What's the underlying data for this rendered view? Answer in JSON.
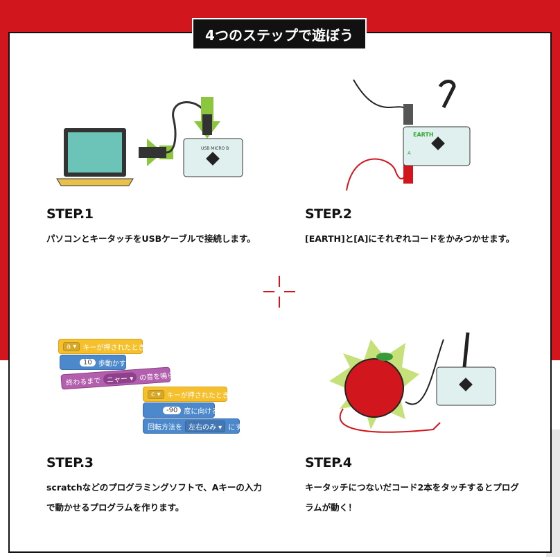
{
  "header": {
    "title": "4つのステップで遊ぼう"
  },
  "steps": [
    {
      "title": "STEP.1",
      "text": "パソコンとキータッチをUSBケーブルで接続します。",
      "board_label": "USB MICRO B"
    },
    {
      "title": "STEP.2",
      "text": "[EARTH]と[A]にそれぞれコードをかみつかせます。",
      "board_label": "EARTH",
      "pin_label": "A"
    },
    {
      "title": "STEP.3",
      "text": "scratchなどのプログラミングソフトで、Aキーの入力で動かせるプログラムを作ります。"
    },
    {
      "title": "STEP.4",
      "text": "キータッチにつないだコード2本をタッチするとプログラムが動く！"
    }
  ],
  "scratch": {
    "b1": {
      "key": "a ▾",
      "label": "キーが押されたとき"
    },
    "b2": {
      "value": "10",
      "label": "歩動かす"
    },
    "b3": {
      "prefix": "終わるまで",
      "sound": "ニャー ▾",
      "label": "の音を鳴らす"
    },
    "b4": {
      "key": "c ▾",
      "label": "キーが押されたとき"
    },
    "b5": {
      "value": "-90",
      "label": "度に向ける"
    },
    "b6": {
      "prefix": "回転方法を",
      "option": "左右のみ ▾",
      "label": "にする"
    }
  }
}
